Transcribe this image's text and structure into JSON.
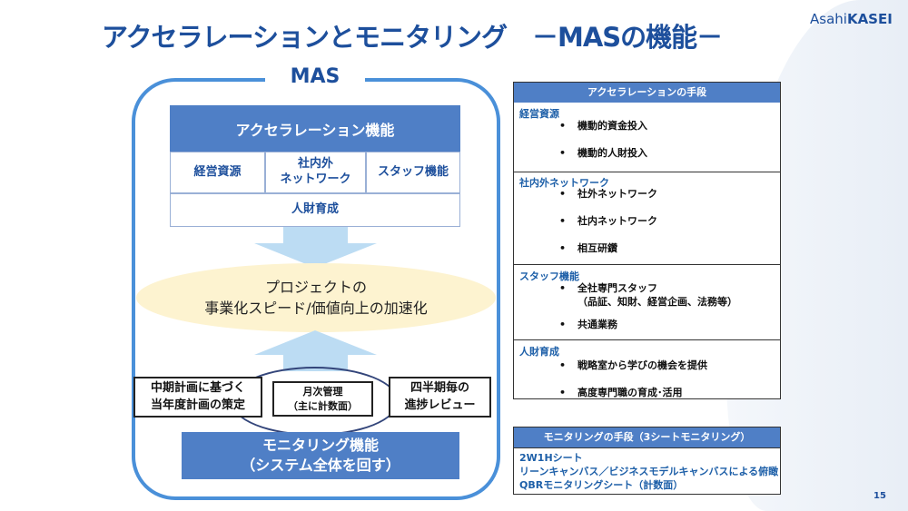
{
  "title": "アクセラレーションとモニタリング　－MASの機能－",
  "logo": {
    "part1": "Asahi",
    "part2": "KASEI"
  },
  "page_number": "15",
  "diagram": {
    "mas_label": "MAS",
    "accel_header": "アクセラレーション機能",
    "accel_cells": [
      "経営資源",
      "社内外\nネットワーク",
      "スタッフ機能"
    ],
    "accel_bottom": "人財育成",
    "ellipse_text": [
      "プロジェクトの",
      "事業化スピード/価値向上の加速化"
    ],
    "boxes": [
      [
        "中期計画に基づく",
        "当年度計画の策定"
      ],
      [
        "月次管理",
        "（主に計数面）"
      ],
      [
        "四半期毎の",
        "進捗レビュー"
      ]
    ],
    "monitor": [
      "モニタリング機能",
      "（システム全体を回す）"
    ],
    "colors": {
      "accent": "#4f7fc6",
      "frame": "#4a90d9",
      "ellipse": "#fdf3d0",
      "arrow": "#bcdcf3"
    }
  },
  "accel_table": {
    "header": "アクセラレーションの手段",
    "sections": [
      {
        "heading": "経営資源",
        "items": [
          "機動的資金投入",
          "機動的人財投入"
        ]
      },
      {
        "heading": "社内外ネットワーク",
        "items": [
          "社外ネットワーク",
          "社内ネットワーク",
          "相互研鑽"
        ]
      },
      {
        "heading": "スタッフ機能",
        "items": [
          "全社専門スタッフ\n（品証、知財、経営企画、法務等）",
          "共通業務"
        ]
      },
      {
        "heading": "人財育成",
        "items": [
          "戦略室から学びの機会を提供",
          "高度専門職の育成･活用"
        ]
      }
    ]
  },
  "monitor_table": {
    "header": "モニタリングの手段（3シートモニタリング）",
    "lines": [
      "2W1Hシート",
      "リーンキャンバス／ビジネスモデルキャンバスによる俯瞰",
      "QBRモニタリングシート（計数面）"
    ]
  }
}
